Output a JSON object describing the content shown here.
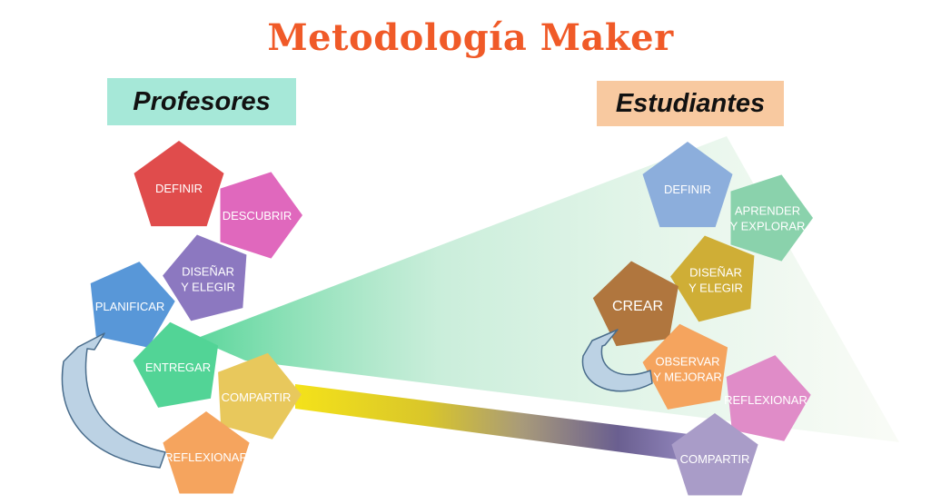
{
  "title": "Metodología Maker",
  "profesores": {
    "label": "Profesores",
    "steps": [
      "DEFINIR",
      "DESCUBRIR",
      "DISEÑAR\nY ELEGIR",
      "PLANIFICAR",
      "ENTREGAR",
      "COMPARTIR",
      "REFLEXIONAR"
    ]
  },
  "estudiantes": {
    "label": "Estudiantes",
    "steps": [
      "DEFINIR",
      "APRENDER\nY EXPLORAR",
      "DISEÑAR\nY ELEGIR",
      "CREAR",
      "OBSERVAR\nY MEJORAR",
      "REFLEXIONAR",
      "COMPARTIR"
    ]
  },
  "colors": {
    "title": "#f05a28",
    "prof_box": "#a6e8d8",
    "est_box": "#f8c9a0",
    "p_definir": "#e04c4c",
    "p_descubrir": "#e068bd",
    "p_disenar": "#8c78c0",
    "p_planificar": "#5897d8",
    "p_entregar": "#52d496",
    "p_compartir": "#e8c85c",
    "p_reflexionar": "#f5a45e",
    "e_definir": "#8caedc",
    "e_aprender": "#8ad2ac",
    "e_disenar": "#cfae36",
    "e_crear": "#b0763e",
    "e_observar": "#f5a45e",
    "e_reflexionar": "#e08cc8",
    "e_compartir": "#a99cc8",
    "cycle_arrow": "#bcd2e4"
  }
}
